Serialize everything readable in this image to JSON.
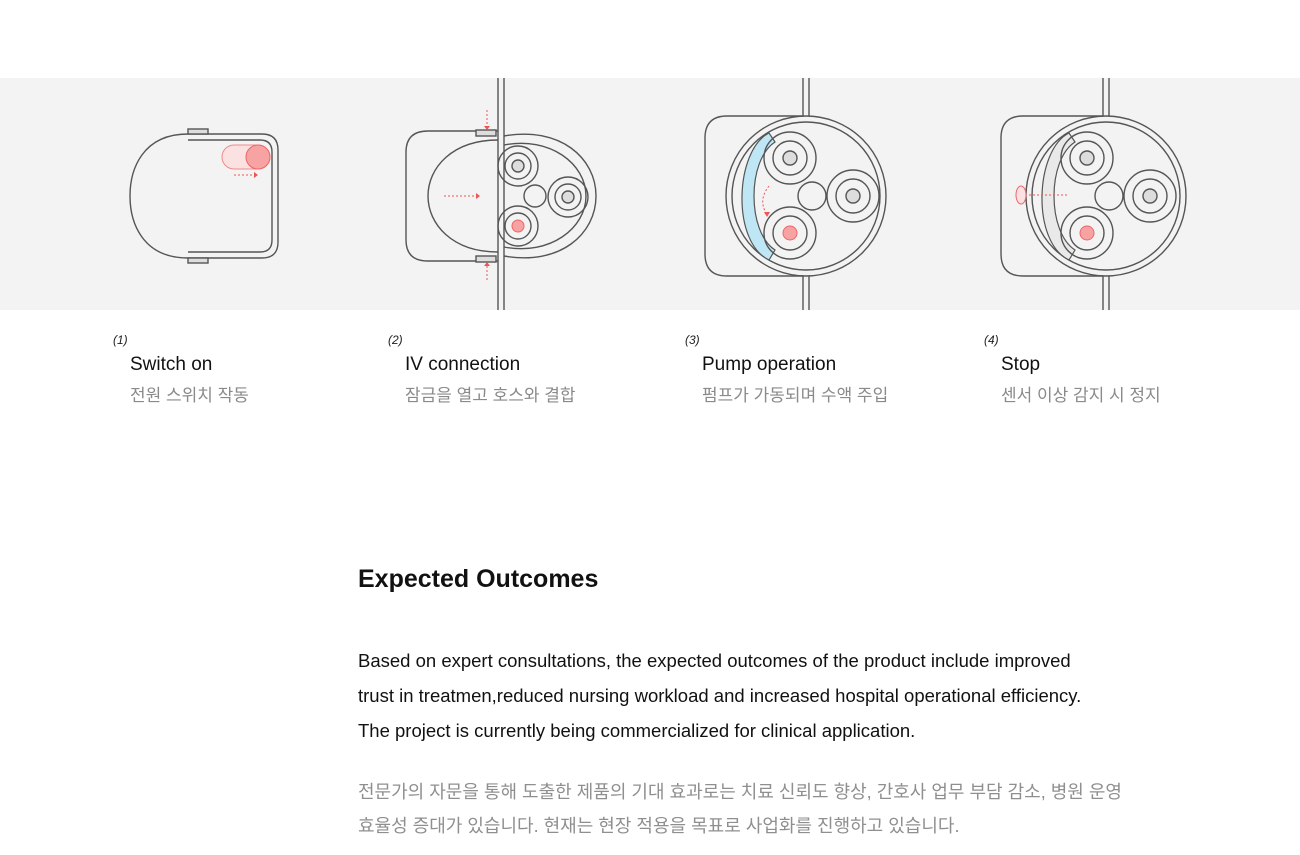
{
  "steps": [
    {
      "num": "(1)",
      "title": "Switch on",
      "subtitle": "전원 스위치 작동"
    },
    {
      "num": "(2)",
      "title": "IV connection",
      "subtitle": "잠금을 열고 호스와 결합"
    },
    {
      "num": "(3)",
      "title": "Pump operation",
      "subtitle": "펌프가 가동되며 수액 주입"
    },
    {
      "num": "(4)",
      "title": "Stop",
      "subtitle": "센서 이상 감지 시 정지"
    }
  ],
  "outcomes": {
    "heading": "Expected Outcomes",
    "english_lines": [
      "Based on expert consultations, the expected outcomes of the product include improved",
      "trust in treatmen,reduced nursing workload and increased hospital operational efficiency.",
      "The project is currently being commercialized for clinical application."
    ],
    "korean_lines": [
      "전문가의 자문을 통해 도출한 제품의 기대 효과로는 치료 신뢰도 향상, 간호사 업무 부담 감소, 병원 운영",
      "효율성 증대가 있습니다. 현재는 현장 적용을 목표로 사업화를 진행하고 있습니다."
    ]
  },
  "colors": {
    "band_background": "#f3f3f3",
    "line": "#555555",
    "accent_red": "#f08a8a",
    "accent_blue": "#bfe6f4"
  }
}
